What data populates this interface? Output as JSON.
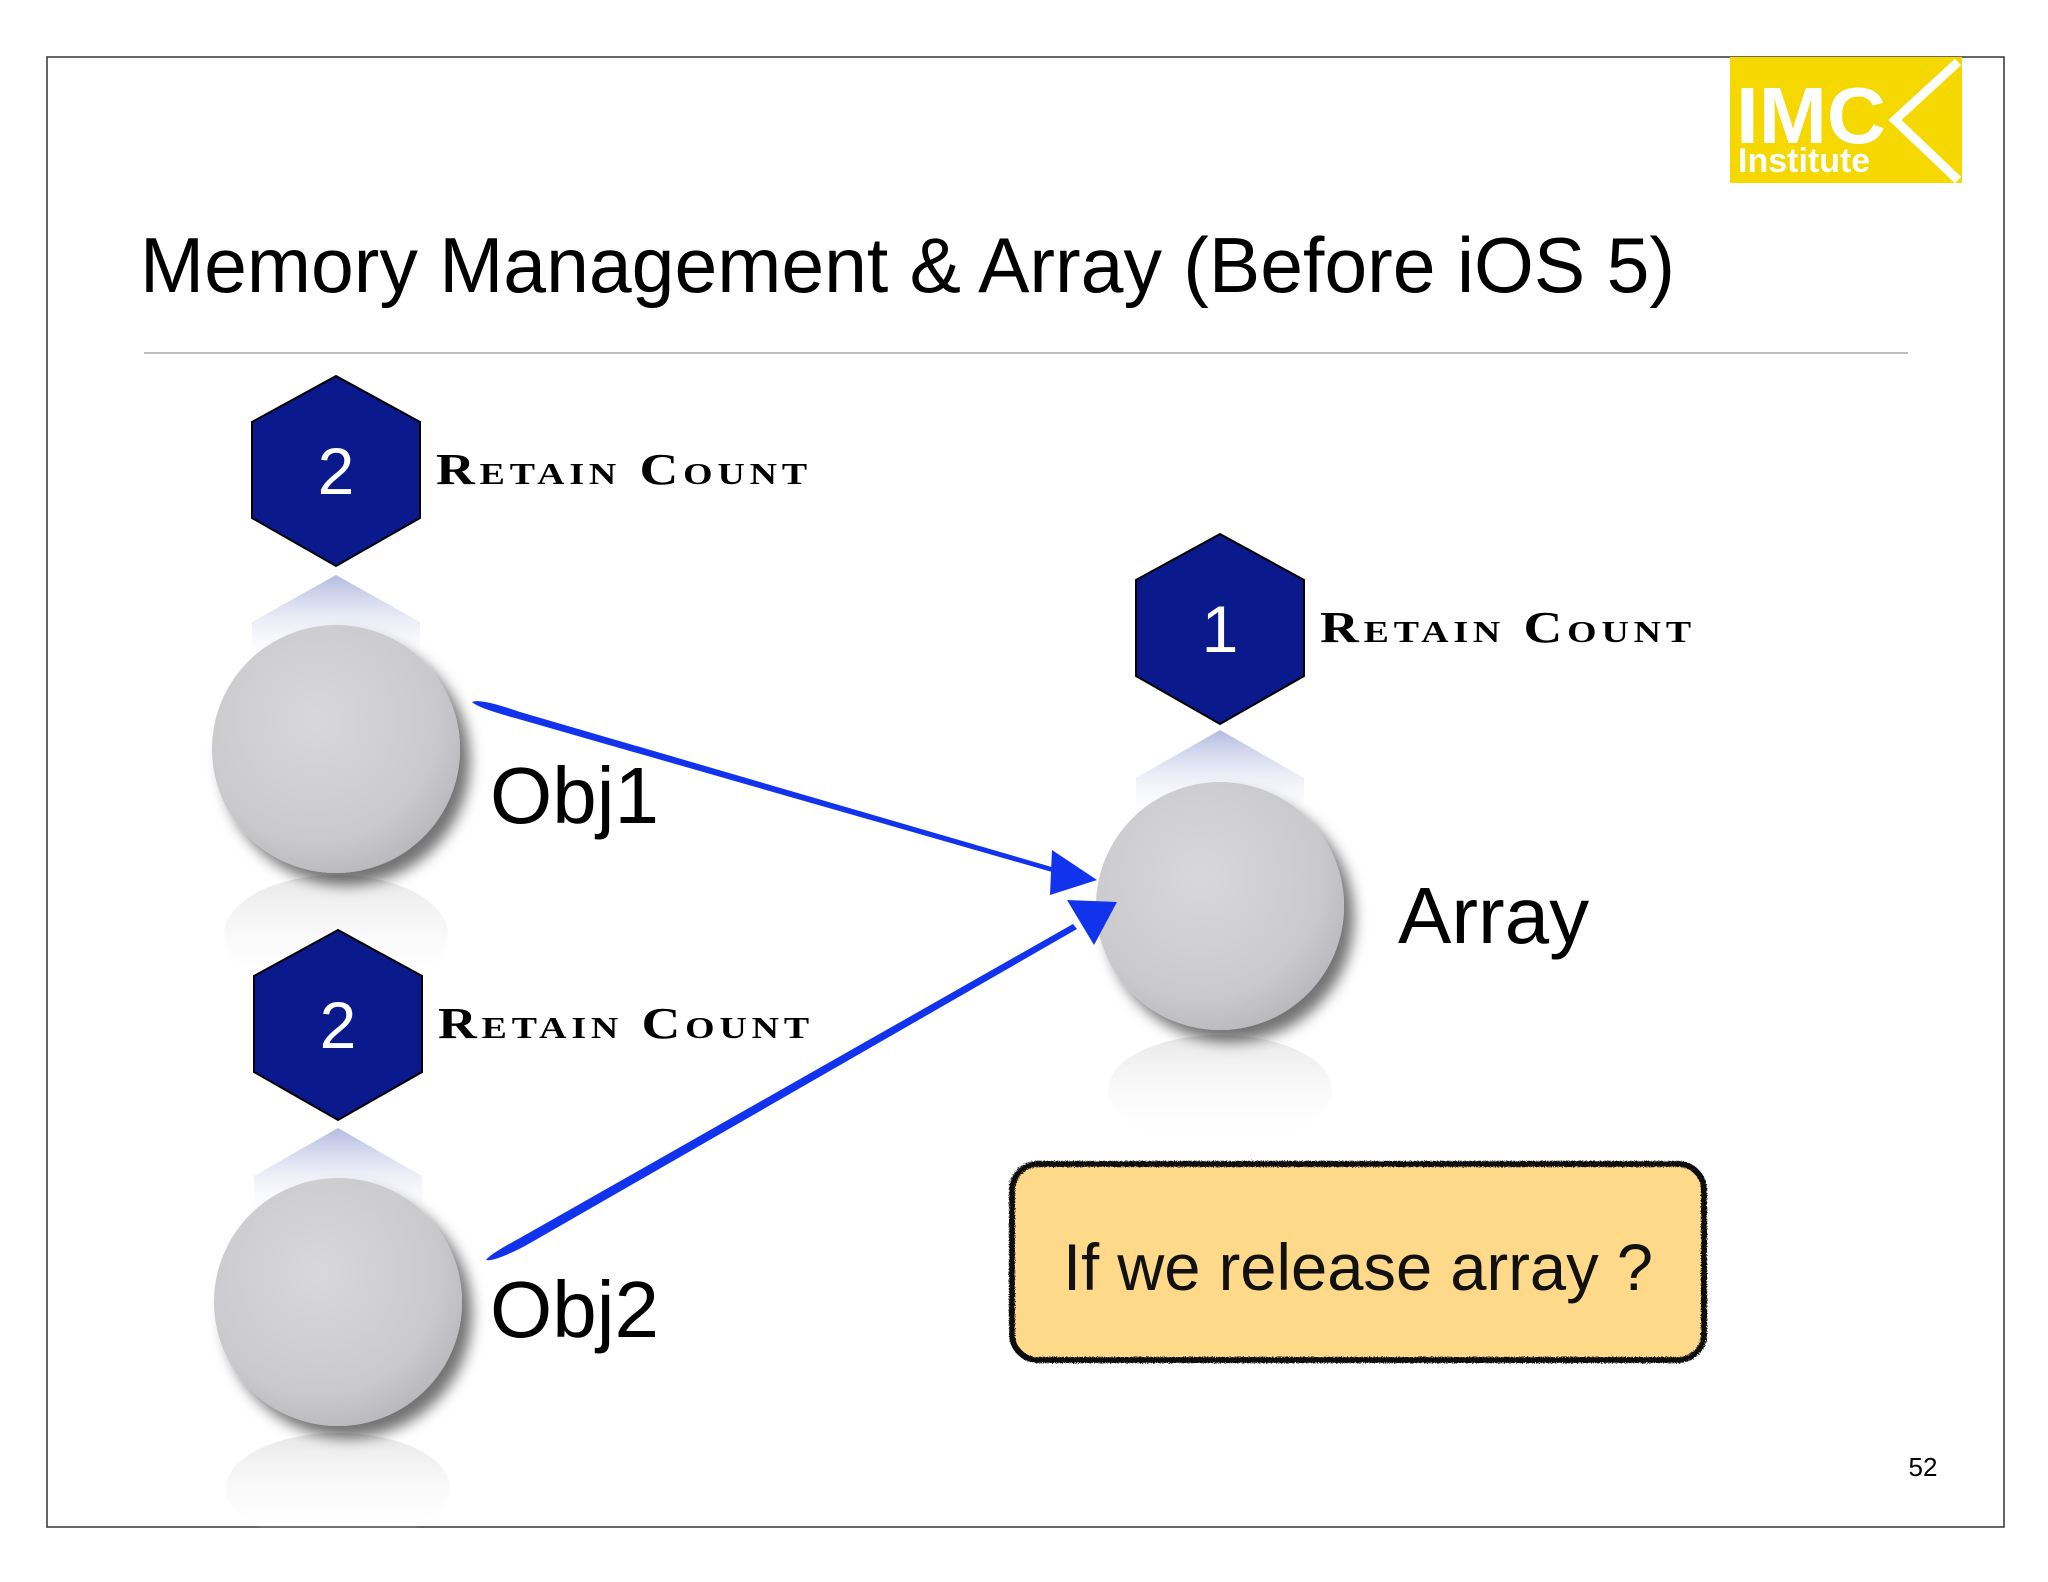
{
  "slide": {
    "title": "Memory Management & Array (Before iOS 5)",
    "page_number": "52"
  },
  "logo": {
    "main_text": "IMC",
    "sub_text": "Institute",
    "bg_color": "#f5d800",
    "text_color": "#ffffff"
  },
  "objects": [
    {
      "id": "obj1",
      "label": "Obj1",
      "retain_count": "2",
      "retain_label": "Retain Count"
    },
    {
      "id": "obj2",
      "label": "Obj2",
      "retain_count": "2",
      "retain_label": "Retain Count"
    },
    {
      "id": "array",
      "label": "Array",
      "retain_count": "1",
      "retain_label": "Retain Count"
    }
  ],
  "arrows": [
    {
      "from": "obj1",
      "to": "array"
    },
    {
      "from": "obj2",
      "to": "array"
    }
  ],
  "callout": {
    "text": "If we release array ?",
    "fill_color": "#ffd98a",
    "border_color": "#111111"
  },
  "colors": {
    "hexagon": "#0a1a8c",
    "arrow": "#1133ee",
    "circle": "#cccccc",
    "rule": "#bfbfbf"
  }
}
